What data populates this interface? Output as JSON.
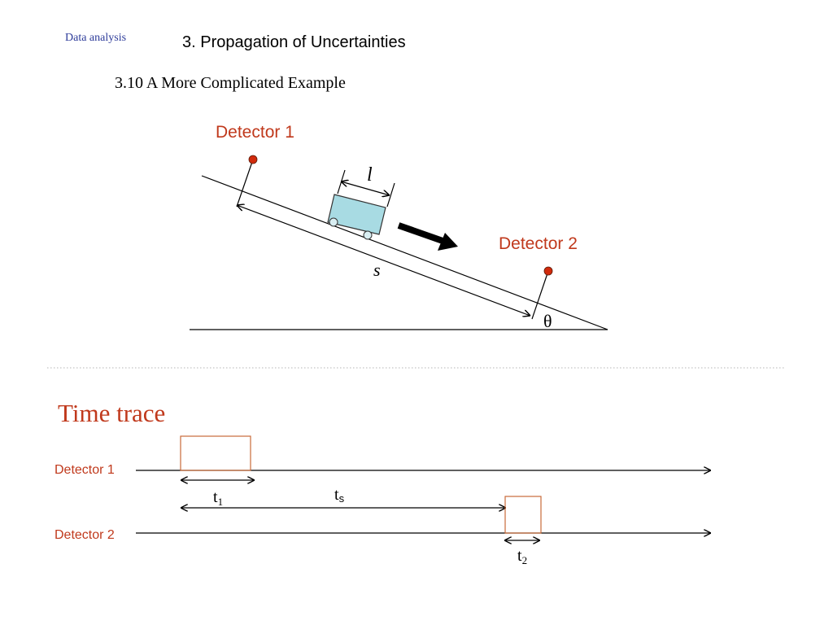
{
  "header": {
    "course": "Data analysis",
    "chapter": "3. Propagation of Uncertainties",
    "section": "3.10 A More Complicated Example"
  },
  "incline": {
    "detector1_label": "Detector 1",
    "detector2_label": "Detector 2",
    "length_label": "l",
    "distance_label": "s",
    "angle_label": "θ"
  },
  "time_trace": {
    "title": "Time trace",
    "detector1_label": "Detector 1",
    "detector2_label": "Detector 2",
    "t1_base": "t",
    "t1_sub": "1",
    "ts_base": "t",
    "ts_sub": "s",
    "t2_base": "t",
    "t2_sub": "2"
  },
  "colors": {
    "label_red": "#c0391c",
    "detector_dot": "#d12a0c",
    "cart_fill": "#a8dbe3",
    "pulse_stroke": "#c96a3a",
    "header_blue": "#2e3c9a"
  }
}
